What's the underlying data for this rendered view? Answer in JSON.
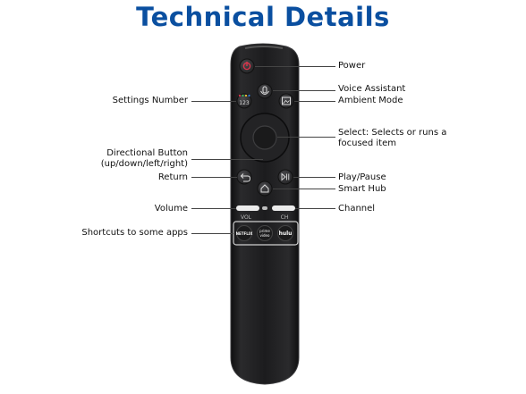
{
  "title": "Technical Details",
  "colors": {
    "title": "#0a4fa0",
    "remote_body": "#1d1d1f",
    "remote_edge": "#3a3a3c",
    "button_grey": "#3b3b3d",
    "power_red": "#e0334b",
    "rocker_white": "#ececec",
    "highlight_box": "#cfcfcf"
  },
  "labels": {
    "power": "Power",
    "voice_assistant": "Voice Assistant",
    "ambient_mode": "Ambient Mode",
    "settings_number": "Settings Number",
    "select_line1": "Select: Selects or runs a",
    "select_line2": "focused item",
    "directional_line1": "Directional Button",
    "directional_line2": "(up/down/left/right)",
    "return": "Return",
    "play_pause": "Play/Pause",
    "smart_hub": "Smart Hub",
    "volume": "Volume",
    "channel": "Channel",
    "shortcuts": "Shortcuts to some apps"
  },
  "remote_text": {
    "num_button": "123",
    "vol": "VOL",
    "ch": "CH",
    "netflix": "NETFLIX",
    "prime_line1": "prime",
    "prime_line2": "video",
    "hulu": "hulu"
  },
  "icons": {
    "power": "power-icon",
    "mic": "microphone-icon",
    "ambient": "ambient-picture-icon",
    "return": "return-arrow-icon",
    "play_pause": "play-pause-icon",
    "home": "home-icon"
  }
}
